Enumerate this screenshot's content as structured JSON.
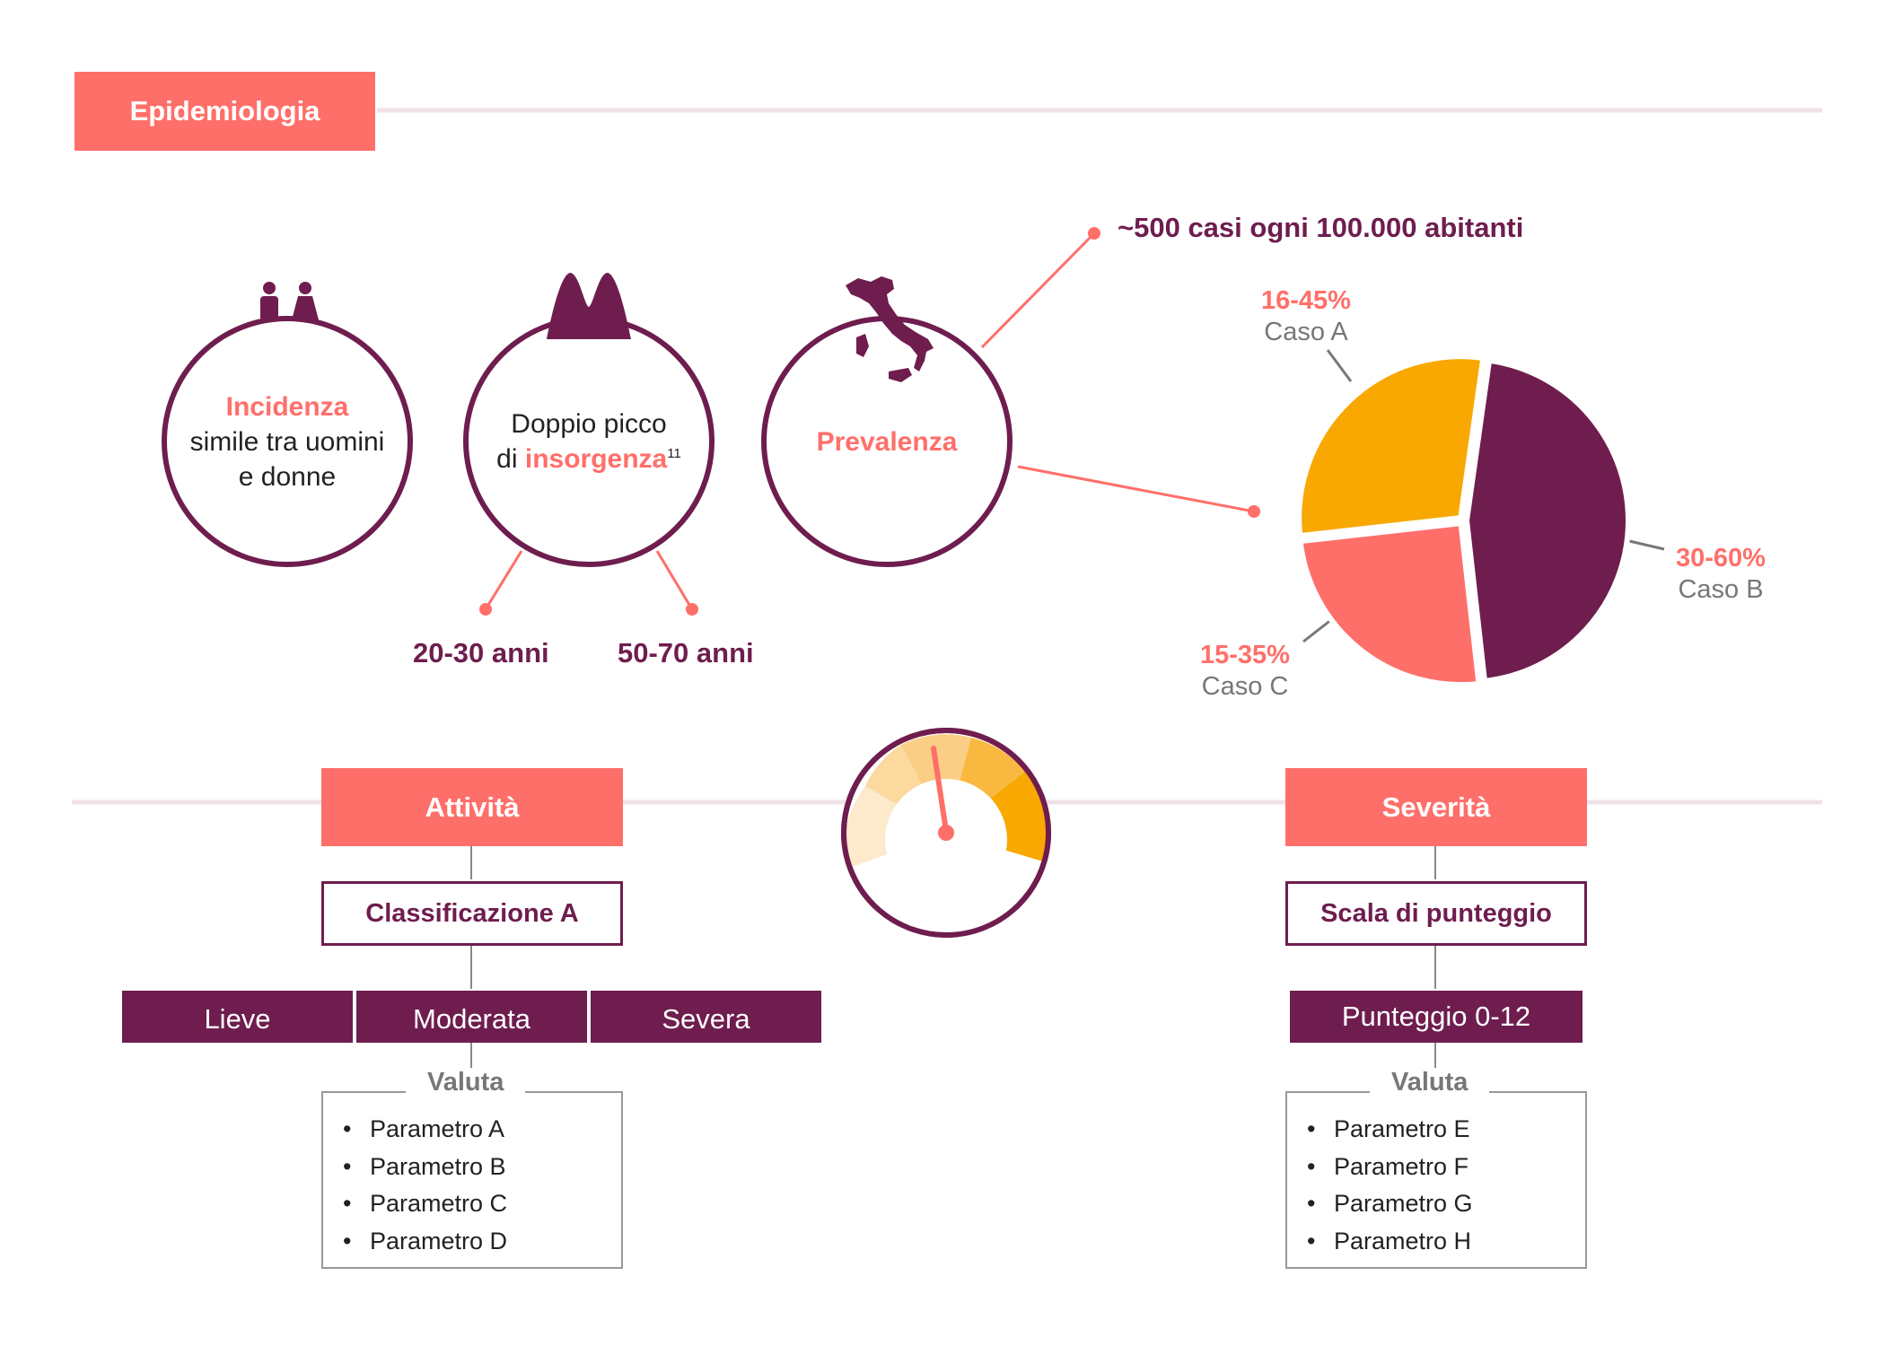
{
  "header": {
    "title": "Epidemiologia"
  },
  "colors": {
    "plum": "#6e1d4e",
    "coral": "#ff6f6a",
    "amber": "#f8a800",
    "line": "#f0e1e8"
  },
  "circles": {
    "incidence": {
      "highlight": "Incidenza",
      "line1": "simile tra uomini",
      "line2": "e donne",
      "icon": "man-woman-icon"
    },
    "onset": {
      "line1": "Doppio picco",
      "prefix": "di ",
      "highlight": "insorgenza",
      "ref": "11",
      "icon": "double-peak-icon",
      "peak1": "20-30 anni",
      "peak2": "50-70 anni"
    },
    "prevalence": {
      "highlight": "Prevalenza",
      "icon": "italy-map-icon",
      "callout": "~500 casi ogni 100.000 abitanti"
    }
  },
  "chart_data": {
    "type": "pie",
    "slices": [
      {
        "range": "16-45%",
        "label": "Caso A",
        "value": 0.29,
        "color": "#f8a800"
      },
      {
        "range": "30-60%",
        "label": "Caso B",
        "value": 0.46,
        "color": "#6e1d4e"
      },
      {
        "range": "15-35%",
        "label": "Caso C",
        "value": 0.25,
        "color": "#ff6f6a"
      }
    ]
  },
  "gauge": {
    "icon": "speedometer-icon"
  },
  "activity": {
    "title": "Attività",
    "classification": "Classificazione A",
    "levels": [
      "Lieve",
      "Moderata",
      "Severa"
    ],
    "evaluates": "Valuta",
    "params": [
      "Parametro A",
      "Parametro B",
      "Parametro C",
      "Parametro D"
    ]
  },
  "severity": {
    "title": "Severità",
    "scale": "Scala di punteggio",
    "score": "Punteggio 0-12",
    "evaluates": "Valuta",
    "params": [
      "Parametro E",
      "Parametro F",
      "Parametro G",
      "Parametro H"
    ]
  }
}
